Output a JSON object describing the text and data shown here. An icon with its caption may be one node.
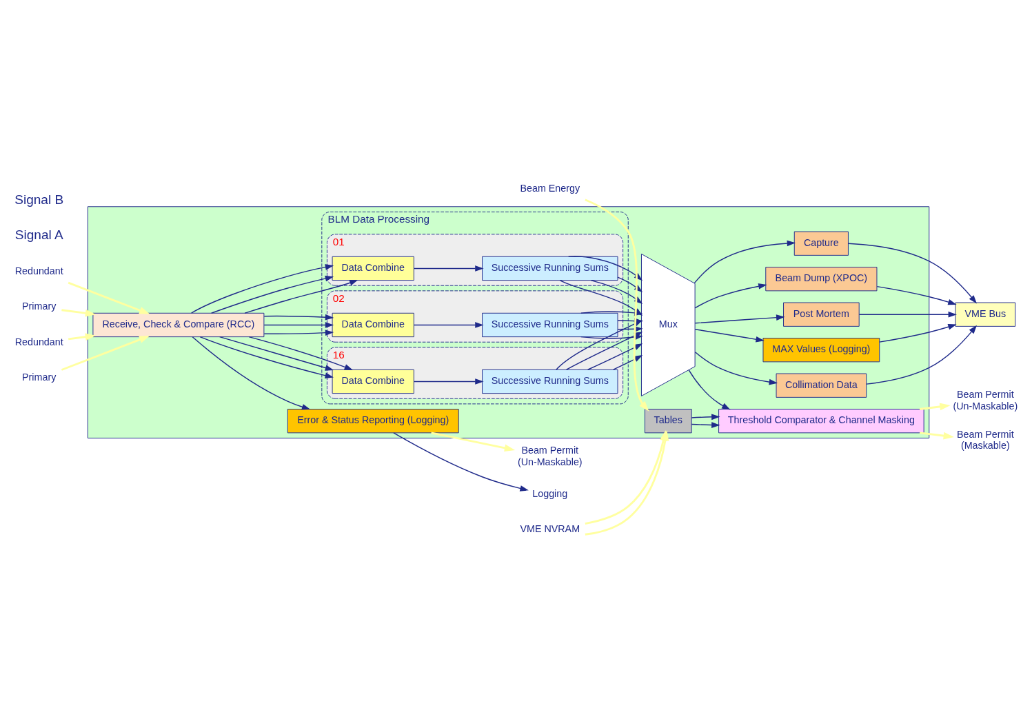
{
  "diagram": {
    "nodes": [
      {
        "text": [],
        "shape": "box"
      },
      {
        "text": [
          "Redundant"
        ]
      },
      {
        "text": [
          "Primary"
        ]
      },
      {
        "text": [
          "Redundant"
        ]
      },
      {
        "text": [
          "Primary"
        ]
      },
      {
        "text": [
          "Receive, Check & Compare (RCC)"
        ],
        "in": 0
      },
      {
        "text": [
          "BLM Data Processing"
        ],
        "in": 0
      },
      {
        "text": [
          "01"
        ],
        "in": 6
      },
      {
        "text": [
          "Data Combine"
        ],
        "in": 7
      },
      {
        "text": [
          "Successive Running Sums"
        ],
        "in": 7
      },
      {
        "text": [
          "02"
        ],
        "in": 6
      },
      {
        "text": [
          "Data Combine"
        ],
        "in": 10
      },
      {
        "text": [
          "Successive Running Sums"
        ],
        "in": 10
      },
      {
        "text": [
          "16"
        ],
        "in": 6
      },
      {
        "text": [
          "Data Combine"
        ],
        "in": 13
      },
      {
        "text": [
          "Successive Running Sums"
        ],
        "in": 13
      },
      {
        "text": [
          "Mux"
        ],
        "in": 0
      },
      {
        "text": [
          "MAX Values (Logging)"
        ],
        "in": 0
      },
      {
        "text": [
          "Post Mortem"
        ],
        "in": 0
      },
      {
        "text": [
          "Beam Dump (XPOC)"
        ],
        "in": 0
      },
      {
        "text": [
          "Capture"
        ],
        "in": 0
      },
      {
        "text": [
          "Collimation Data"
        ],
        "in": 0
      },
      {
        "text": [
          "Threshold Comparator & Channel Masking"
        ],
        "in": 0
      },
      {
        "text": [
          "Error & Status Reporting (Logging)"
        ],
        "in": 0
      },
      {
        "text": [
          "Tables"
        ],
        "in": 0
      },
      {
        "text": [
          "VME Bus"
        ]
      },
      {
        "text": [
          "Beam Permit",
          "(Un-Maskable)"
        ]
      },
      {
        "text": [
          "Beam Permit",
          "(Maskable)"
        ]
      },
      {
        "text": [
          "Beam Permit",
          "(Un-Maskable)"
        ]
      },
      {
        "text": [
          "Logging"
        ]
      },
      {
        "text": [
          "Beam Energy"
        ]
      },
      {
        "text": [
          "VME NVRAM"
        ]
      }
    ],
    "edges": [
      {
        "from": 1,
        "to": 5,
        "arrow": "to",
        "color": "#ffffa0"
      },
      {
        "from": 2,
        "to": 5,
        "arrow": "to",
        "color": "#ffffa0"
      },
      {
        "from": 3,
        "to": 5,
        "arrow": "to",
        "color": "#ffffa0"
      },
      {
        "from": 4,
        "to": 5,
        "arrow": "to",
        "color": "#ffffa0"
      },
      {
        "from": 5,
        "to": 8,
        "arrow": "to"
      },
      {
        "from": 5,
        "to": 8,
        "arrow": "to"
      },
      {
        "from": 5,
        "to": 8,
        "arrow": "to"
      },
      {
        "from": 5,
        "to": 11,
        "arrow": "to"
      },
      {
        "from": 5,
        "to": 11,
        "arrow": "to"
      },
      {
        "from": 5,
        "to": 11,
        "arrow": "to"
      },
      {
        "from": 5,
        "to": 14,
        "arrow": "to"
      },
      {
        "from": 5,
        "to": 14,
        "arrow": "to"
      },
      {
        "from": 5,
        "to": 14,
        "arrow": "to"
      },
      {
        "from": 8,
        "to": 9,
        "arrow": "to"
      },
      {
        "from": 11,
        "to": 12,
        "arrow": "to"
      },
      {
        "from": 14,
        "to": 15,
        "arrow": "to"
      },
      {
        "from": 9,
        "to": 16,
        "arrow": "to"
      },
      {
        "from": 9,
        "to": 16,
        "arrow": "to"
      },
      {
        "from": 9,
        "to": 16,
        "arrow": "to"
      },
      {
        "from": 9,
        "to": 16,
        "arrow": "to"
      },
      {
        "from": 12,
        "to": 16,
        "arrow": "to"
      },
      {
        "from": 12,
        "to": 16,
        "arrow": "to"
      },
      {
        "from": 12,
        "to": 16,
        "arrow": "to"
      },
      {
        "from": 12,
        "to": 16,
        "arrow": "to"
      },
      {
        "from": 15,
        "to": 16,
        "arrow": "to"
      },
      {
        "from": 15,
        "to": 16,
        "arrow": "to"
      },
      {
        "from": 15,
        "to": 16,
        "arrow": "to"
      },
      {
        "from": 15,
        "to": 16,
        "arrow": "to"
      },
      {
        "from": 16,
        "to": 17,
        "arrow": "to"
      },
      {
        "from": 16,
        "to": 18,
        "arrow": "to"
      },
      {
        "from": 16,
        "to": 19,
        "arrow": "to"
      },
      {
        "from": 16,
        "to": 20,
        "arrow": "to"
      },
      {
        "from": 16,
        "to": 21,
        "arrow": "to"
      },
      {
        "from": 16,
        "to": 22,
        "arrow": "to"
      },
      {
        "from": 5,
        "to": 23,
        "arrow": "to"
      },
      {
        "from": 17,
        "to": 25,
        "arrow": "to"
      },
      {
        "from": 18,
        "to": 25,
        "arrow": "to"
      },
      {
        "from": 19,
        "to": 25,
        "arrow": "to"
      },
      {
        "from": 20,
        "to": 25,
        "arrow": "to"
      },
      {
        "from": 21,
        "to": 25,
        "arrow": "to"
      },
      {
        "from": 22,
        "to": 26,
        "arrow": "to",
        "color": "#ffffa0"
      },
      {
        "from": 22,
        "to": 27,
        "arrow": "to",
        "color": "#ffffa0"
      },
      {
        "from": 23,
        "to": 28,
        "arrow": "to",
        "color": "#ffffa0"
      },
      {
        "from": 23,
        "to": 29,
        "arrow": "to"
      },
      {
        "from": 30,
        "to": 24,
        "arrow": "to",
        "color": "#ffffa0"
      },
      {
        "from": 31,
        "to": 24,
        "arrow": "to",
        "color": "#ffffa0"
      },
      {
        "from": 31,
        "to": 24,
        "arrow": "to",
        "color": "#ffffa0"
      },
      {
        "from": 24,
        "to": 22,
        "arrow": "to"
      },
      {
        "from": 24,
        "to": 22,
        "arrow": "to"
      }
    ],
    "labels": [
      "Signal A",
      "Signal B"
    ]
  }
}
